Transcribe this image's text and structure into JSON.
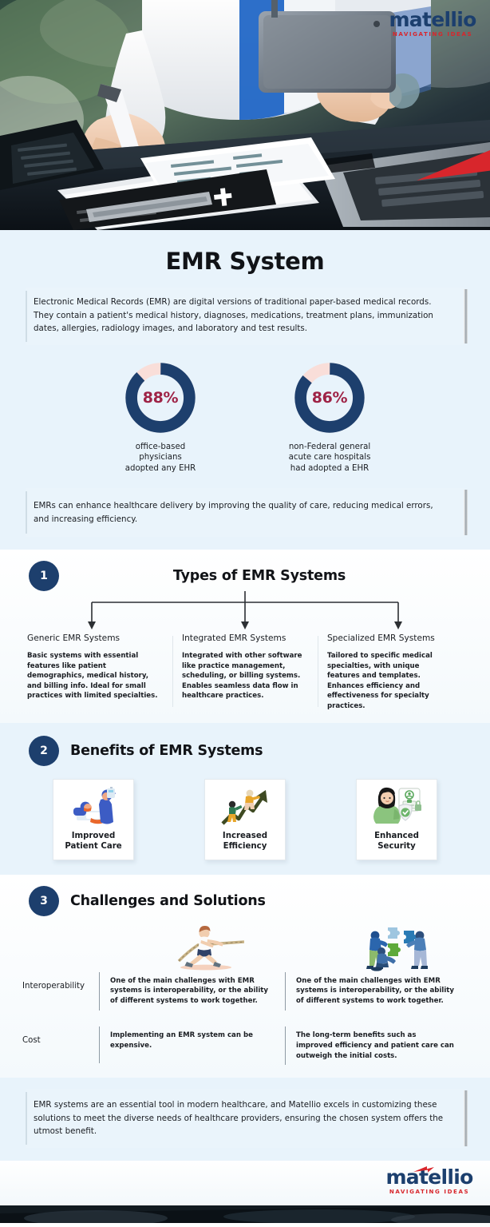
{
  "brand": {
    "logo_word": "matellio",
    "logo_tagline": "NAVIGATING IDEAS",
    "navy": "#1c3f6e",
    "red": "#d8262c"
  },
  "hero": {
    "alt": "healthcare professional writing on medical records with tablet and laptop"
  },
  "header": {
    "title": "EMR System"
  },
  "intro": {
    "text": "Electronic Medical Records (EMR) are digital versions of traditional paper-based medical records. They contain a patient's medical history, diagnoses, medications, treatment plans, immunization dates, allergies, radiology images, and laboratory and test results."
  },
  "chart_data": {
    "type": "pie",
    "title": "EHR adoption statistics",
    "charts": [
      {
        "label": "88%",
        "value": 88,
        "remainder": 12,
        "caption": "office-based\nphysicians\nadopted any EHR",
        "caption_lines": [
          "office-based",
          "physicians",
          "adopted any EHR"
        ],
        "colors": {
          "value": "#1d3f6d",
          "remainder": "#f9ded9"
        }
      },
      {
        "label": "86%",
        "value": 86,
        "remainder": 14,
        "caption": "non-Federal general\nacute care hospitals\nhad adopted a EHR",
        "caption_lines": [
          "non-Federal general",
          "acute care hospitals",
          "had adopted a EHR"
        ],
        "colors": {
          "value": "#1d3f6d",
          "remainder": "#f9ded9"
        }
      }
    ]
  },
  "enhance": {
    "text": "EMRs can enhance healthcare delivery by improving the quality of care, reducing medical errors, and increasing efficiency."
  },
  "section1": {
    "number": "1",
    "title": "Types of EMR Systems",
    "types": [
      {
        "heading": "Generic EMR Systems",
        "body": "Basic systems with essential features like patient demographics, medical history, and billing info. Ideal for small practices with limited specialties."
      },
      {
        "heading": "Integrated EMR Systems",
        "body": "Integrated with other software like practice management, scheduling, or billing systems. Enables seamless data flow in healthcare practices."
      },
      {
        "heading": "Specialized EMR Systems",
        "body": "Tailored to specific medical specialties, with unique features and templates. Enhances efficiency and effectiveness for specialty practices."
      }
    ]
  },
  "section2": {
    "number": "2",
    "title": "Benefits of EMR Systems",
    "benefits": [
      {
        "label": "Improved Patient Care",
        "icon": "patient-care-illustration"
      },
      {
        "label": "Increased Efficiency",
        "icon": "growth-arrow-illustration"
      },
      {
        "label": "Enhanced Security",
        "icon": "security-shield-illustration"
      }
    ]
  },
  "section3": {
    "number": "3",
    "title": "Challenges and Solutions",
    "art": [
      {
        "icon": "tug-of-war-illustration"
      },
      {
        "icon": "puzzle-collaboration-illustration"
      }
    ],
    "rows": [
      {
        "label": "Interoperability",
        "challenge": "One of the main challenges with EMR systems is interoperability, or the ability of different systems to work together.",
        "solution": "One of the main challenges with EMR systems is interoperability, or the ability of different systems to work together."
      },
      {
        "label": "Cost",
        "challenge": "Implementing an EMR system can be expensive.",
        "solution": "The long-term benefits such as improved efficiency and patient care can outweigh the initial costs."
      }
    ]
  },
  "conclusion": {
    "text": "EMR systems are an essential tool in modern healthcare, and Matellio excels in customizing these solutions to meet the diverse needs of healthcare providers, ensuring the chosen system offers the utmost benefit."
  }
}
